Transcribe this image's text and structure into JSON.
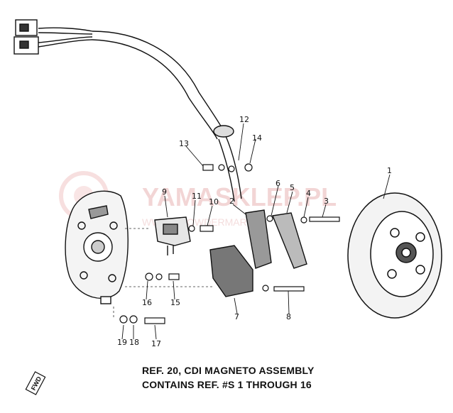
{
  "watermark": {
    "brand": "YAMASKLEP.PL",
    "site": "WWW.CHOWDERMARKET"
  },
  "part_numbers": [
    "1",
    "2",
    "3",
    "4",
    "5",
    "6",
    "7",
    "8",
    "9",
    "10",
    "11",
    "12",
    "13",
    "14",
    "15",
    "16",
    "17",
    "18",
    "19"
  ],
  "caption": {
    "line1": "REF. 20, CDI MAGNETO ASSEMBLY",
    "line2": "CONTAINS REF. #S 1 THROUGH 16"
  },
  "fwd_badge": "FWD"
}
